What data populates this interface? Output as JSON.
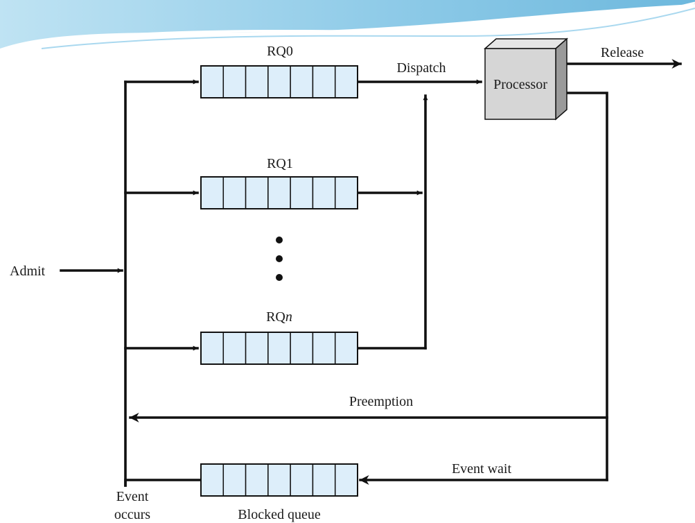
{
  "diagram": {
    "queues": [
      {
        "label": "RQ0",
        "label_suffix": ""
      },
      {
        "label": "RQ1",
        "label_suffix": ""
      },
      {
        "label": "RQ",
        "label_suffix": "n"
      }
    ],
    "blocked_queue_label": "Blocked queue",
    "processor_label": "Processor",
    "labels": {
      "admit": "Admit",
      "dispatch": "Dispatch",
      "release": "Release",
      "preemption": "Preemption",
      "event_wait": "Event wait",
      "event_occurs_line1": "Event",
      "event_occurs_line2": "occurs"
    },
    "ellipsis_dots": 3,
    "slots_per_queue": 7
  },
  "colors": {
    "queue_fill": "#ddeefa",
    "processor_front": "#d6d6d6",
    "processor_side": "#9a9a9a",
    "processor_top": "#e6e6e6",
    "banner": "#8fcbe8",
    "line": "#111111"
  }
}
